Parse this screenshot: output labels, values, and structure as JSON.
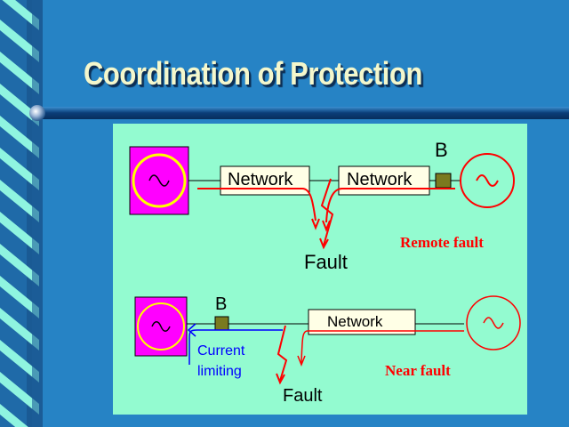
{
  "title": "Coordination of Protection",
  "top_diagram": {
    "network_1": "Network",
    "network_2": "Network",
    "breaker": "B",
    "fault": "Fault",
    "caption": "Remote fault"
  },
  "bottom_diagram": {
    "breaker": "B",
    "network": "Network",
    "current_limiting_1": "Current",
    "current_limiting_2": "limiting",
    "fault": "Fault",
    "caption": "Near fault"
  },
  "colors": {
    "background": "#2683c5",
    "panel": "#93fbd0",
    "title": "#f4f7cc",
    "generator_fill": "#ff00ff",
    "fault_red": "#ff0000",
    "caption_red": "#ff0000",
    "current_blue": "#0000ff",
    "breaker": "#7a7a1f"
  }
}
